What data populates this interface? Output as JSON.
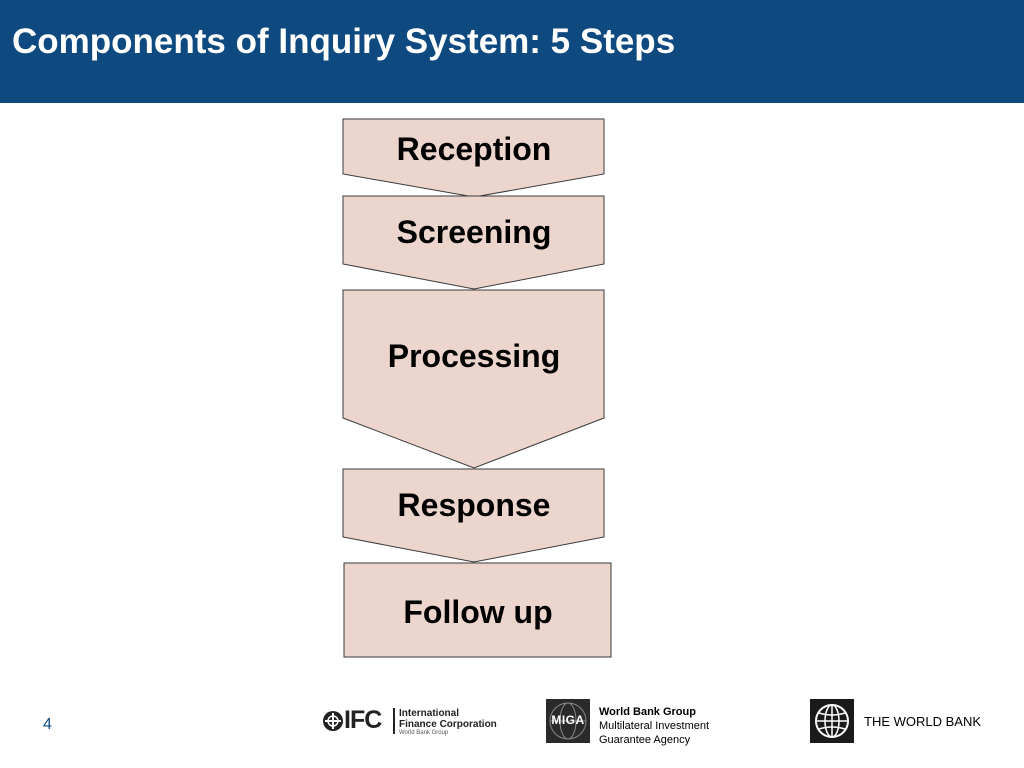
{
  "slide": {
    "title": "Components of Inquiry System: 5 Steps",
    "page_number": "4"
  },
  "flow": {
    "steps": [
      {
        "label": "Reception"
      },
      {
        "label": "Screening"
      },
      {
        "label": "Processing"
      },
      {
        "label": "Response"
      },
      {
        "label": "Follow up"
      }
    ]
  },
  "footer": {
    "ifc": {
      "letters": "IFC",
      "name_line1": "International",
      "name_line2": "Finance Corporation",
      "sub": "World Bank Group"
    },
    "miga": {
      "letters": "MIGA",
      "group": "World Bank Group",
      "line1": "Multilateral Investment",
      "line2": "Guarantee Agency"
    },
    "world_bank": {
      "name": "THE WORLD BANK"
    }
  },
  "colors": {
    "header": "#0e4a80",
    "step_fill": "#ecd5cc",
    "step_stroke": "#3a3a3a"
  },
  "icons": {
    "ifc_mark": "ifc-logo-icon",
    "miga_mark": "miga-logo-icon",
    "world_bank_mark": "world-bank-globe-icon"
  }
}
